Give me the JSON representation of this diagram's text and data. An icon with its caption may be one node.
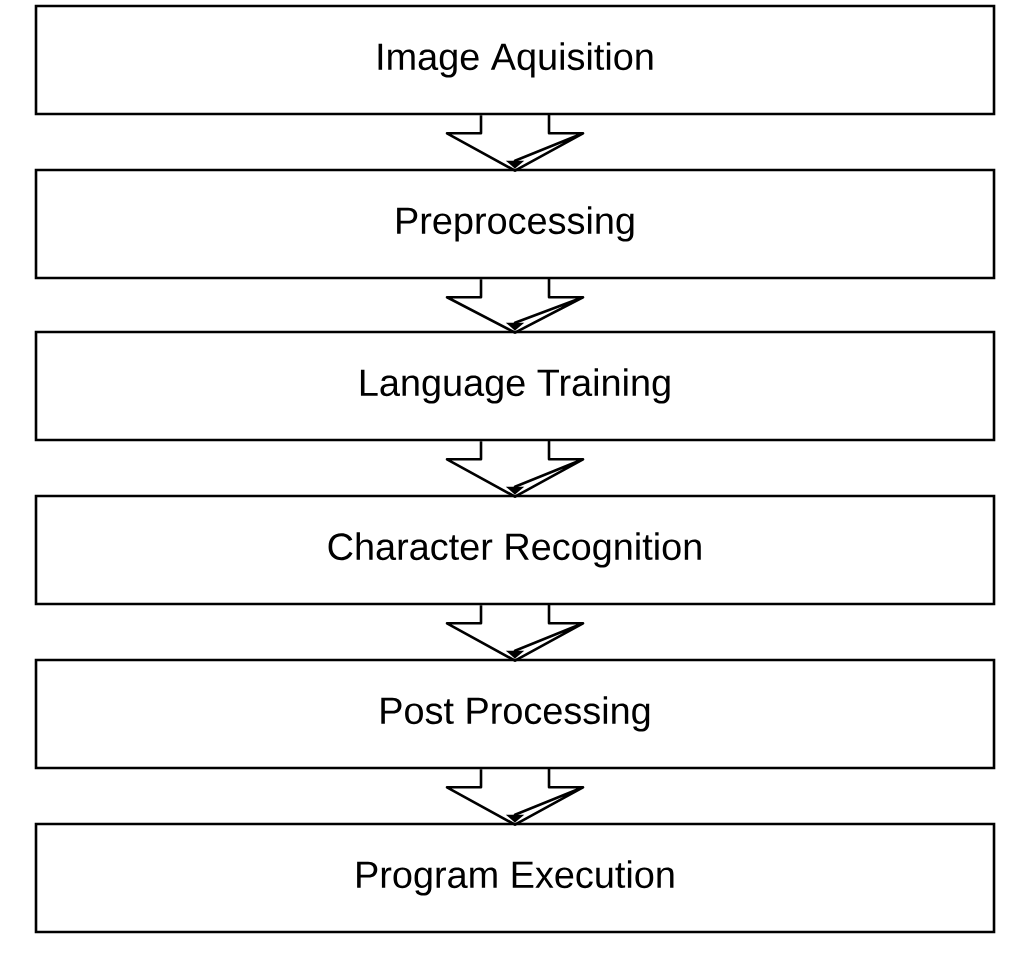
{
  "diagram": {
    "nodes": [
      {
        "text": [
          "Image Aquisition"
        ]
      },
      {
        "text": [
          "Preprocessing"
        ]
      },
      {
        "text": [
          "Language Training"
        ]
      },
      {
        "text": [
          "Character Recognition"
        ]
      },
      {
        "text": [
          "Post Processing"
        ]
      },
      {
        "text": [
          "Program Execution"
        ]
      }
    ],
    "edges": [
      {
        "from": 0,
        "to": 1,
        "arrow": "to"
      },
      {
        "from": 1,
        "to": 2,
        "arrow": "to"
      },
      {
        "from": 2,
        "to": 3,
        "arrow": "to"
      },
      {
        "from": 3,
        "to": 4,
        "arrow": "to"
      },
      {
        "from": 4,
        "to": 5,
        "arrow": "to"
      }
    ]
  }
}
